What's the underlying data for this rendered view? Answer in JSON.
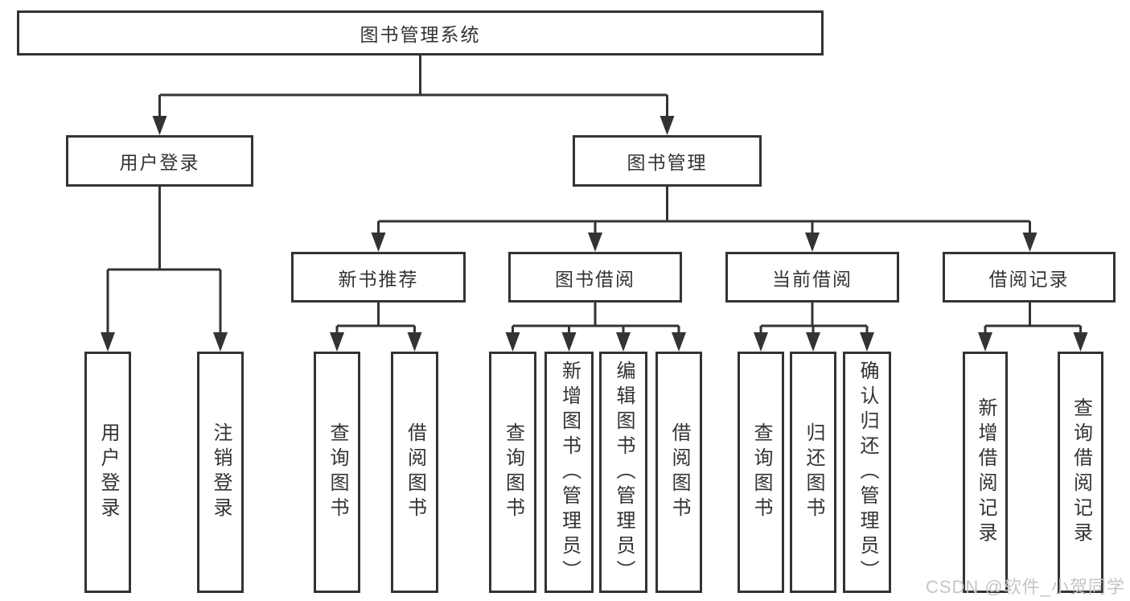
{
  "tree": {
    "root": {
      "label": "图书管理系统"
    },
    "level2": [
      {
        "label": "用户登录"
      },
      {
        "label": "图书管理"
      }
    ],
    "level3": [
      {
        "label": "新书推荐"
      },
      {
        "label": "图书借阅"
      },
      {
        "label": "当前借阅"
      },
      {
        "label": "借阅记录"
      }
    ],
    "leaves": {
      "user_login": [
        {
          "label": "用户登录"
        },
        {
          "label": "注销登录"
        }
      ],
      "new_book": [
        {
          "label": "查询图书"
        },
        {
          "label": "借阅图书"
        }
      ],
      "book_borrow": [
        {
          "label": "查询图书"
        },
        {
          "label": "新增图书（管理员）"
        },
        {
          "label": "编辑图书（管理员）"
        },
        {
          "label": "借阅图书"
        }
      ],
      "current_borrow": [
        {
          "label": "查询图书"
        },
        {
          "label": "归还图书"
        },
        {
          "label": "确认归还（管理员）"
        }
      ],
      "borrow_records": [
        {
          "label": "新增借阅记录"
        },
        {
          "label": "查询借阅记录"
        }
      ]
    }
  },
  "watermark": "CSDN @软件_小贺同学",
  "colors": {
    "line": "#333333",
    "text": "#333333",
    "watermark": "#c5c5c5",
    "background": "#ffffff"
  }
}
